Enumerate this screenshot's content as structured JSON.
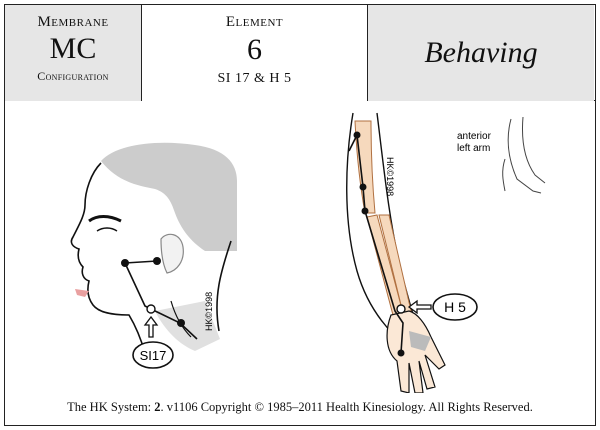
{
  "header": {
    "membrane": {
      "title": "Membrane",
      "code": "MC",
      "subtitle": "Configuration"
    },
    "element": {
      "title": "Element",
      "number": "6",
      "points": "SI 17 & H 5"
    },
    "name": "Behaving"
  },
  "illustration": {
    "label_si": "SI17",
    "label_h": "H 5",
    "copyright_head": "HK©1998",
    "copyright_arm": "HK©1998",
    "inset_line1": "anterior",
    "inset_line2": "left arm"
  },
  "footer": {
    "prefix": "The HK System: ",
    "system_num": "2",
    "rest": ". v1106 Copyright © 1985–2011  Health Kinesiology.  All Rights Reserved."
  },
  "colors": {
    "border": "#222222",
    "header_gray": "#e6e6e6",
    "bone": "#f6d9bd",
    "hair": "#cccccc",
    "lips": "#e9a0a0"
  }
}
